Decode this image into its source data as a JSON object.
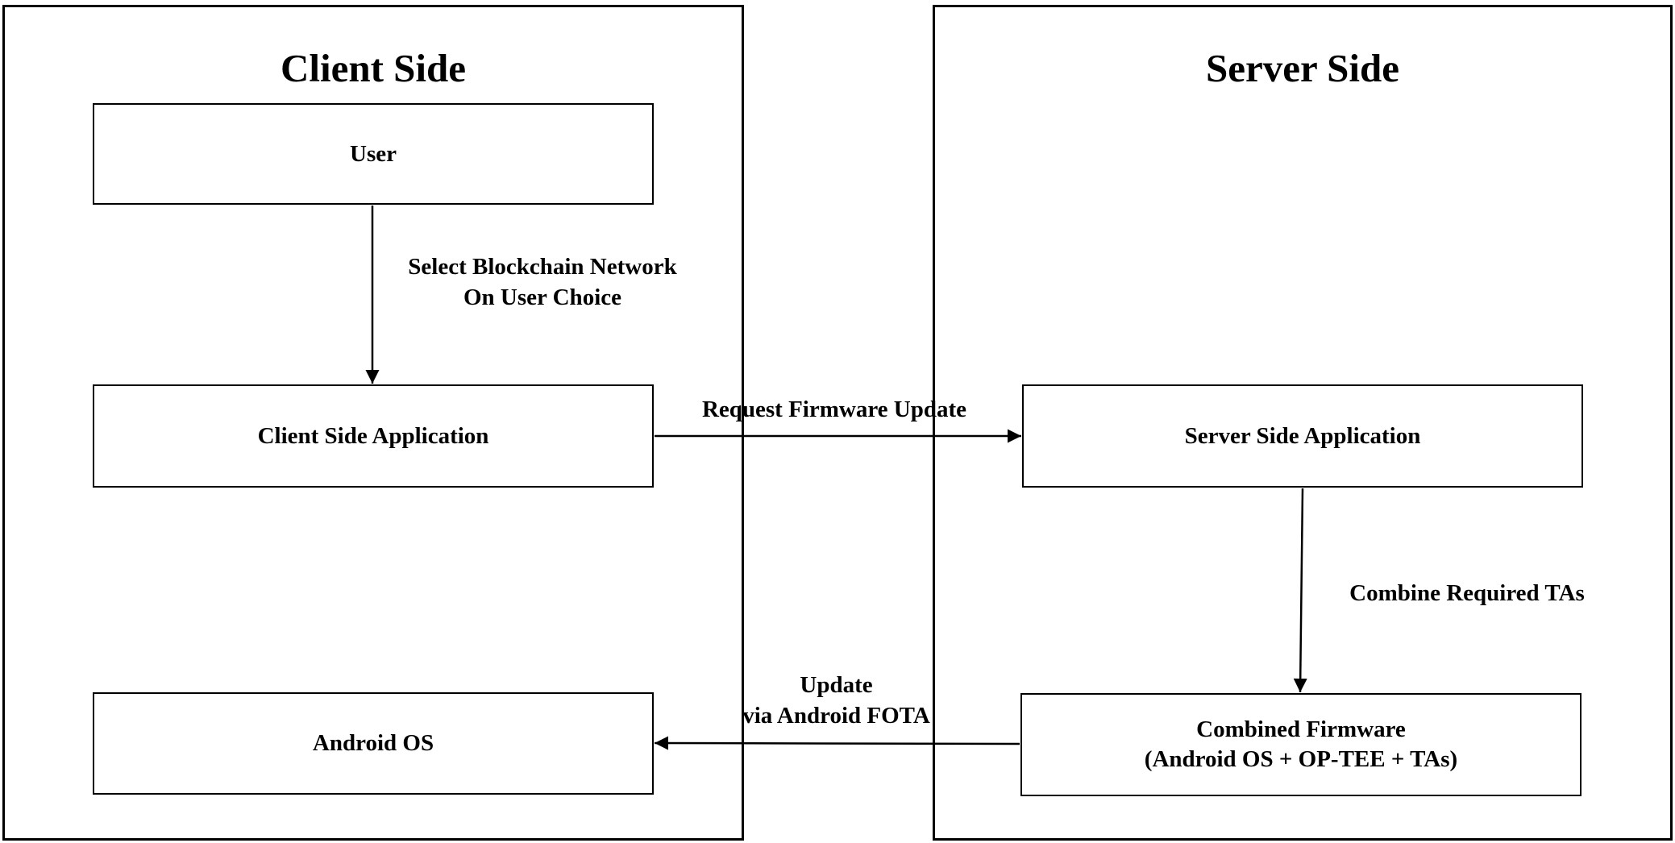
{
  "panels": {
    "client": {
      "title": "Client Side"
    },
    "server": {
      "title": "Server Side"
    }
  },
  "nodes": {
    "user": {
      "label": "User"
    },
    "client_app": {
      "label": "Client Side Application"
    },
    "android_os": {
      "label": "Android OS"
    },
    "server_app": {
      "label": "Server Side Application"
    },
    "combined_firmware": {
      "label_line1": "Combined Firmware",
      "label_line2": "(Android OS + OP-TEE + TAs)"
    }
  },
  "edges": {
    "select_network": {
      "line1": "Select Blockchain Network",
      "line2": "On User Choice"
    },
    "request_update": {
      "label": "Request Firmware Update"
    },
    "combine_tas": {
      "label": "Combine Required TAs"
    },
    "update_fota": {
      "line1": "Update",
      "line2": "via Android FOTA"
    }
  }
}
